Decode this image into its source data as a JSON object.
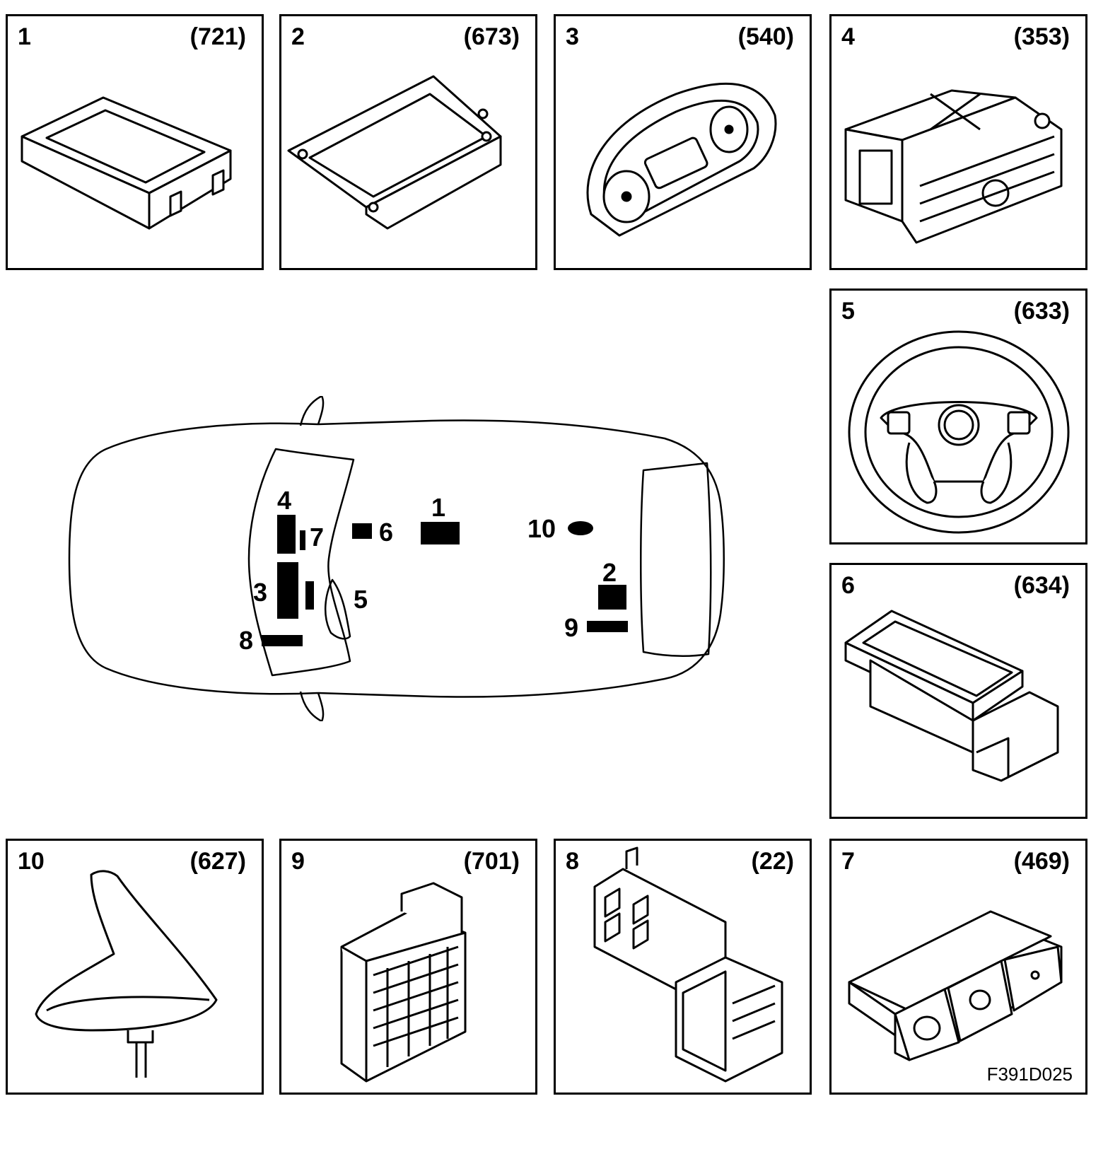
{
  "panels": [
    {
      "id": "1",
      "code": "(721)",
      "icon": "module-box-icon"
    },
    {
      "id": "2",
      "code": "(673)",
      "icon": "bracket-module-icon"
    },
    {
      "id": "3",
      "code": "(540)",
      "icon": "instrument-cluster-icon"
    },
    {
      "id": "4",
      "code": "(353)",
      "icon": "radio-unit-icon"
    },
    {
      "id": "5",
      "code": "(633)",
      "icon": "steering-wheel-icon"
    },
    {
      "id": "6",
      "code": "(634)",
      "icon": "switch-module-icon"
    },
    {
      "id": "7",
      "code": "(469)",
      "icon": "switch-panel-icon"
    },
    {
      "id": "8",
      "code": "(22)",
      "icon": "fuse-box-icon"
    },
    {
      "id": "9",
      "code": "(701)",
      "icon": "electrical-center-icon"
    },
    {
      "id": "10",
      "code": "(627)",
      "icon": "shark-fin-antenna-icon"
    }
  ],
  "car": {
    "labels": {
      "l1": "1",
      "l2": "2",
      "l3": "3",
      "l4": "4",
      "l5": "5",
      "l6": "6",
      "l7": "7",
      "l8": "8",
      "l9": "9",
      "l10": "10"
    }
  },
  "figure_ref": "F391D025"
}
